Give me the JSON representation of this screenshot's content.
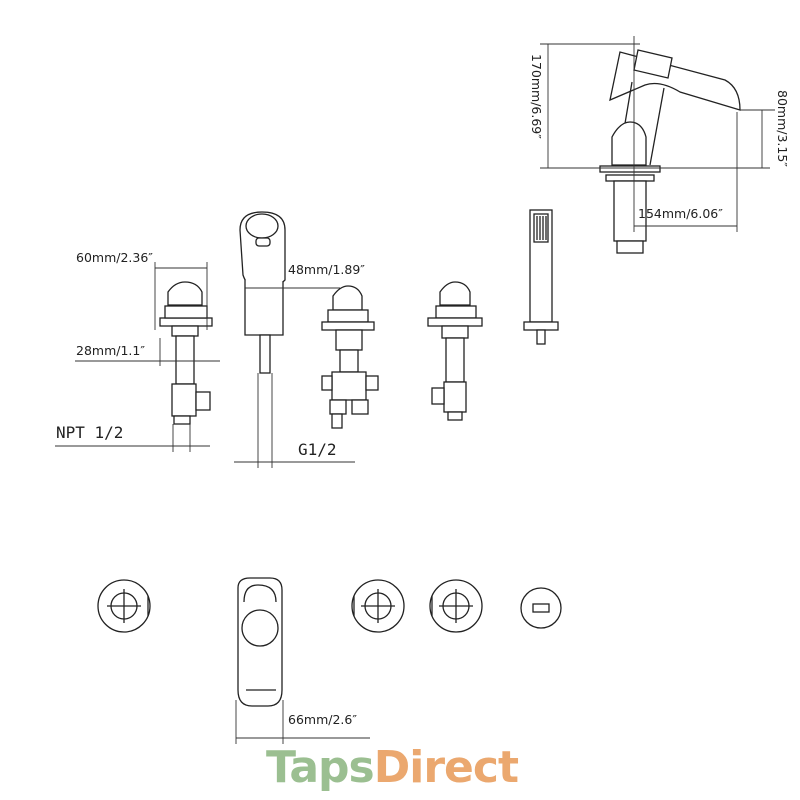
{
  "dimensions": {
    "width_60": "60mm/2.36″",
    "height_28": "28mm/1.1″",
    "thread_npt": "NPT 1/2",
    "width_48": "48mm/1.89″",
    "thread_g": "G1/2",
    "height_170": "170mm/6.69″",
    "height_80": "80mm/3.15″",
    "reach_154": "154mm/6.06″",
    "width_66": "66mm/2.6″"
  },
  "logo": {
    "part1": "Taps",
    "part2": "Direct",
    "color1": "#9bbf91",
    "color2": "#eba86f"
  }
}
